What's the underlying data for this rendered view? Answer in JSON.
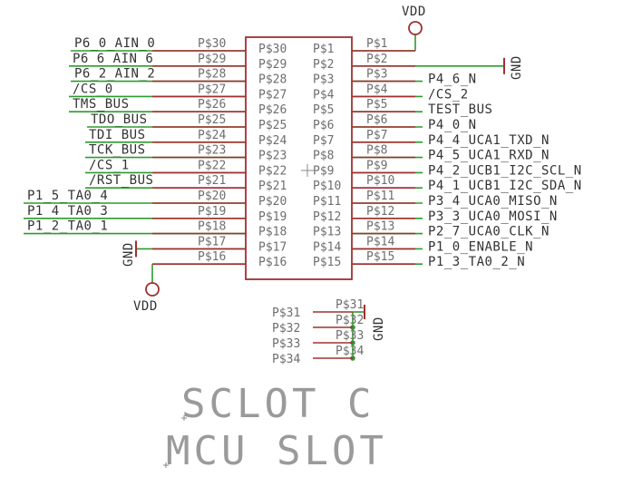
{
  "power": {
    "vdd": "VDD",
    "gnd": "GND"
  },
  "chip": {
    "left_pins": [
      {
        "outer": "P$30",
        "inner": "P$30"
      },
      {
        "outer": "P$29",
        "inner": "P$29"
      },
      {
        "outer": "P$28",
        "inner": "P$28"
      },
      {
        "outer": "P$27",
        "inner": "P$27"
      },
      {
        "outer": "P$26",
        "inner": "P$26"
      },
      {
        "outer": "P$25",
        "inner": "P$25"
      },
      {
        "outer": "P$24",
        "inner": "P$24"
      },
      {
        "outer": "P$23",
        "inner": "P$23"
      },
      {
        "outer": "P$22",
        "inner": "P$22"
      },
      {
        "outer": "P$21",
        "inner": "P$21"
      },
      {
        "outer": "P$20",
        "inner": "P$20"
      },
      {
        "outer": "P$19",
        "inner": "P$19"
      },
      {
        "outer": "P$18",
        "inner": "P$18"
      },
      {
        "outer": "P$17",
        "inner": "P$17"
      },
      {
        "outer": "P$16",
        "inner": "P$16"
      }
    ],
    "right_pins": [
      {
        "outer": "P$1",
        "inner": "P$1"
      },
      {
        "outer": "P$2",
        "inner": "P$2"
      },
      {
        "outer": "P$3",
        "inner": "P$3"
      },
      {
        "outer": "P$4",
        "inner": "P$4"
      },
      {
        "outer": "P$5",
        "inner": "P$5"
      },
      {
        "outer": "P$6",
        "inner": "P$6"
      },
      {
        "outer": "P$7",
        "inner": "P$7"
      },
      {
        "outer": "P$8",
        "inner": "P$8"
      },
      {
        "outer": "P$9",
        "inner": "P$9"
      },
      {
        "outer": "P$10",
        "inner": "P$10"
      },
      {
        "outer": "P$11",
        "inner": "P$11"
      },
      {
        "outer": "P$12",
        "inner": "P$12"
      },
      {
        "outer": "P$13",
        "inner": "P$13"
      },
      {
        "outer": "P$14",
        "inner": "P$14"
      },
      {
        "outer": "P$15",
        "inner": "P$15"
      }
    ]
  },
  "nets": {
    "left": [
      "P6_0_AIN_0",
      "P6_6_AIN_6",
      "P6_2_AIN_2",
      "/CS_0",
      "TMS_BUS",
      "TDO_BUS",
      "TDI_BUS",
      "TCK_BUS",
      "/CS_1",
      "/RST_BUS",
      "P1_5_TA0_4",
      "P1_4_TA0_3",
      "P1_2_TA0_1"
    ],
    "right": [
      "P4_6_N",
      "/CS_2",
      "TEST_BUS",
      "P4_0_N",
      "P4_4_UCA1_TXD_N",
      "P4_5_UCA1_RXD_N",
      "P4_2_UCB1_I2C_SCL_N",
      "P4_1_UCB1_I2C_SDA_N",
      "P3_4_UCA0_MISO_N",
      "P3_3_UCA0_MOSI_N",
      "P2_7_UCA0_CLK_N",
      "P1_0_ENABLE_N",
      "P1_3_TA0_2_N"
    ]
  },
  "gnd_header": {
    "pins": [
      {
        "outer": "P$31",
        "inner": "P$31"
      },
      {
        "outer": "P$32",
        "inner": "P$32"
      },
      {
        "outer": "P$33",
        "inner": "P$33"
      },
      {
        "outer": "P$34",
        "inner": "P$34"
      }
    ]
  },
  "title": {
    "line1": "SCLOT C",
    "line2": "MCU SLOT"
  }
}
